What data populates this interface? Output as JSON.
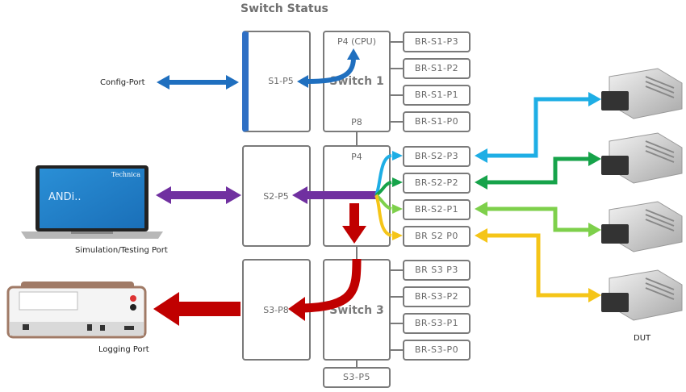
{
  "title": "Switch Status",
  "colors": {
    "config": "#1f6fbf",
    "cpu": "#1f6fbf",
    "simulation": "#7030a0",
    "logging": "#c00000",
    "p3": "#1eaee5",
    "p2": "#16a34a",
    "p1": "#7ed04b",
    "p0": "#f5c518",
    "box_border": "#7a7a7a"
  },
  "switches": [
    {
      "name": "Switch 1",
      "host_port": "S1-P5",
      "top_label": "P4 (CPU)",
      "bottom_label": "P8",
      "ports": [
        "BR-S1-P3",
        "BR-S1-P2",
        "BR-S1-P1",
        "BR-S1-P0"
      ]
    },
    {
      "name": "",
      "host_port": "S2-P5",
      "top_label": "P4",
      "ports": [
        "BR-S2-P3",
        "BR-S2-P2",
        "BR-S2-P1",
        "BR S2 P0"
      ]
    },
    {
      "name": "Switch 3",
      "host_port": "S3-P8",
      "ports": [
        "BR S3 P3",
        "BR-S3-P2",
        "BR-S3-P1",
        "BR-S3-P0"
      ],
      "extra_port": "S3-P5"
    }
  ],
  "external": {
    "config_port": "Config-Port",
    "simulation_port": "Simulation/Testing Port",
    "logging_port": "Logging Port",
    "dut": "DUT",
    "laptop_screen_text": "ANDi..",
    "laptop_brand": "Technica"
  }
}
